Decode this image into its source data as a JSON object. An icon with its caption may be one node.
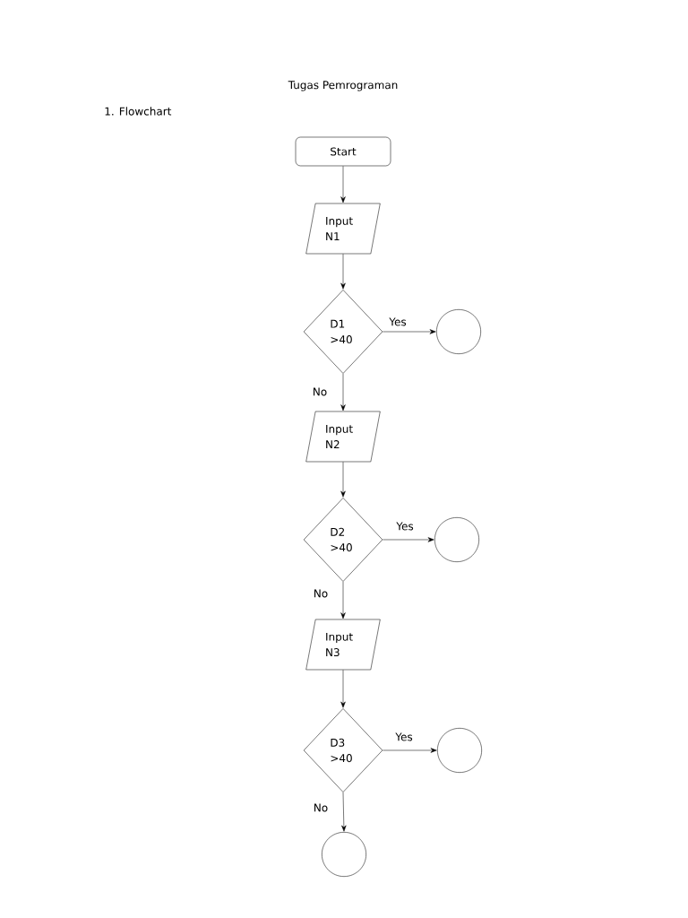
{
  "diagram": {
    "title": "Tugas Pemrograman",
    "nodes": [
      {
        "text": [
          "Start"
        ]
      },
      {
        "text": [
          "Input N1"
        ]
      },
      {
        "text": [
          "D1 >40"
        ]
      },
      {
        "text": [],
        "shape": "circle"
      },
      {
        "text": [
          "Input N2"
        ]
      },
      {
        "text": [
          "D2 >40"
        ]
      },
      {
        "text": [],
        "shape": "circle"
      },
      {
        "text": [
          "Input N3"
        ]
      },
      {
        "text": [
          "D3 >40"
        ]
      },
      {
        "text": [],
        "shape": "circle"
      },
      {
        "text": [],
        "shape": "circle"
      }
    ],
    "edges": [
      {
        "from": 0,
        "to": 1,
        "arrow": "to"
      },
      {
        "from": 1,
        "to": 2,
        "arrow": "to"
      },
      {
        "from": 2,
        "to": 3,
        "arrow": "to",
        "label": "Yes"
      },
      {
        "from": 2,
        "to": 4,
        "arrow": "to",
        "label": "No"
      },
      {
        "from": 4,
        "to": 5,
        "arrow": "to"
      },
      {
        "from": 5,
        "to": 6,
        "arrow": "to",
        "label": "Yes"
      },
      {
        "from": 5,
        "to": 7,
        "arrow": "to",
        "label": "No"
      },
      {
        "from": 7,
        "to": 8,
        "arrow": "to"
      },
      {
        "from": 8,
        "to": 9,
        "arrow": "to",
        "label": "Yes"
      },
      {
        "from": 8,
        "to": 10,
        "arrow": "to",
        "label": "No"
      }
    ],
    "labels": [
      "1. Flowchart"
    ]
  }
}
